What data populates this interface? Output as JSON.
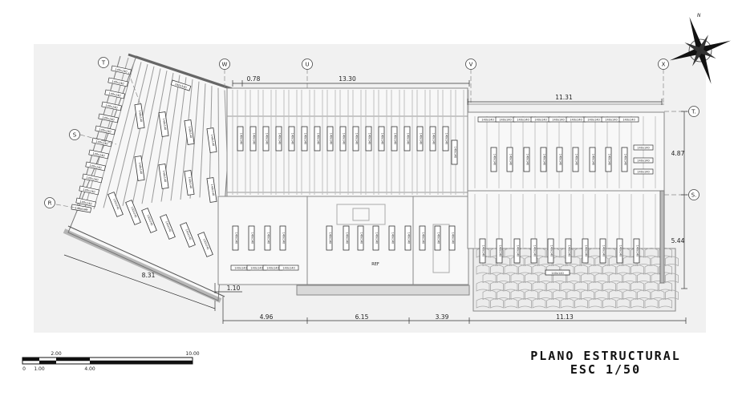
{
  "plan": {
    "title": "PLANO ESTRUCTURAL",
    "scale_label": "ESC 1/50",
    "north_label": "N"
  },
  "grid_labels": [
    "T",
    "W",
    "U",
    "V",
    "X",
    "S",
    "R"
  ],
  "grid_labels_right": [
    "T.",
    "S."
  ],
  "dimensions": {
    "top_078": "0.78",
    "top_1330": "13.30",
    "top_1131": "11.31",
    "right_487": "4.87",
    "right_544": "5.44",
    "left_831": "8.31",
    "left_110": "1.10",
    "bottom_496": "4.96",
    "bottom_615": "6.15",
    "bottom_339": "3.39",
    "bottom_1113": "11.13"
  },
  "beam_label": "140x140",
  "ref_label": "REF",
  "scale_bar": {
    "labels_top": [
      "2.00",
      "10.00"
    ],
    "labels_bottom": [
      "0",
      "1.00",
      "4.00"
    ]
  }
}
